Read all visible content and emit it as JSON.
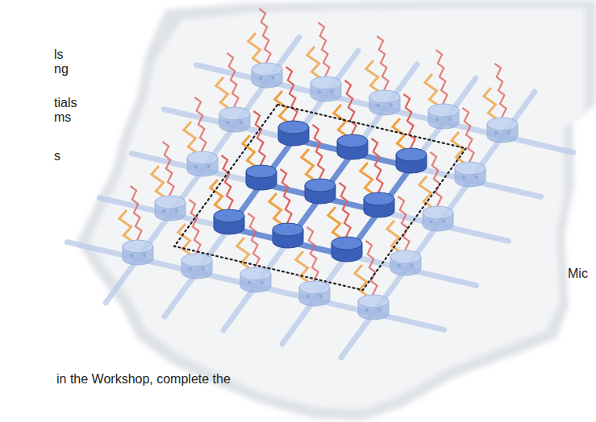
{
  "diagram": {
    "labels": [
      "ls",
      "ng",
      "tials",
      "ms",
      "s",
      "in the Workshop, complete the",
      "Mic"
    ]
  }
}
